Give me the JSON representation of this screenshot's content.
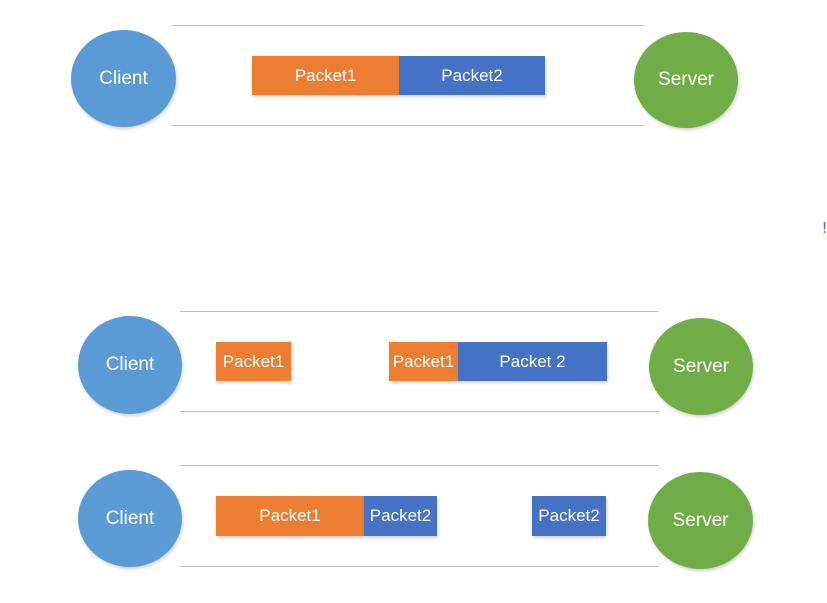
{
  "colors": {
    "client": "#5b9bd5",
    "server": "#70ad47",
    "packet1": "#ed7d31",
    "packet2": "#4472c4",
    "line": "#bdbdbd"
  },
  "scenarios": [
    {
      "client_label": "Client",
      "server_label": "Server",
      "packets": [
        "Packet1",
        "Packet2"
      ]
    },
    {
      "client_label": "Client",
      "server_label": "Server",
      "packets": [
        "Packet1",
        "Packet1",
        "Packet 2"
      ]
    },
    {
      "client_label": "Client",
      "server_label": "Server",
      "packets": [
        "Packet1",
        "Packet2",
        "Packet2"
      ]
    }
  ],
  "stray_mark": "!"
}
